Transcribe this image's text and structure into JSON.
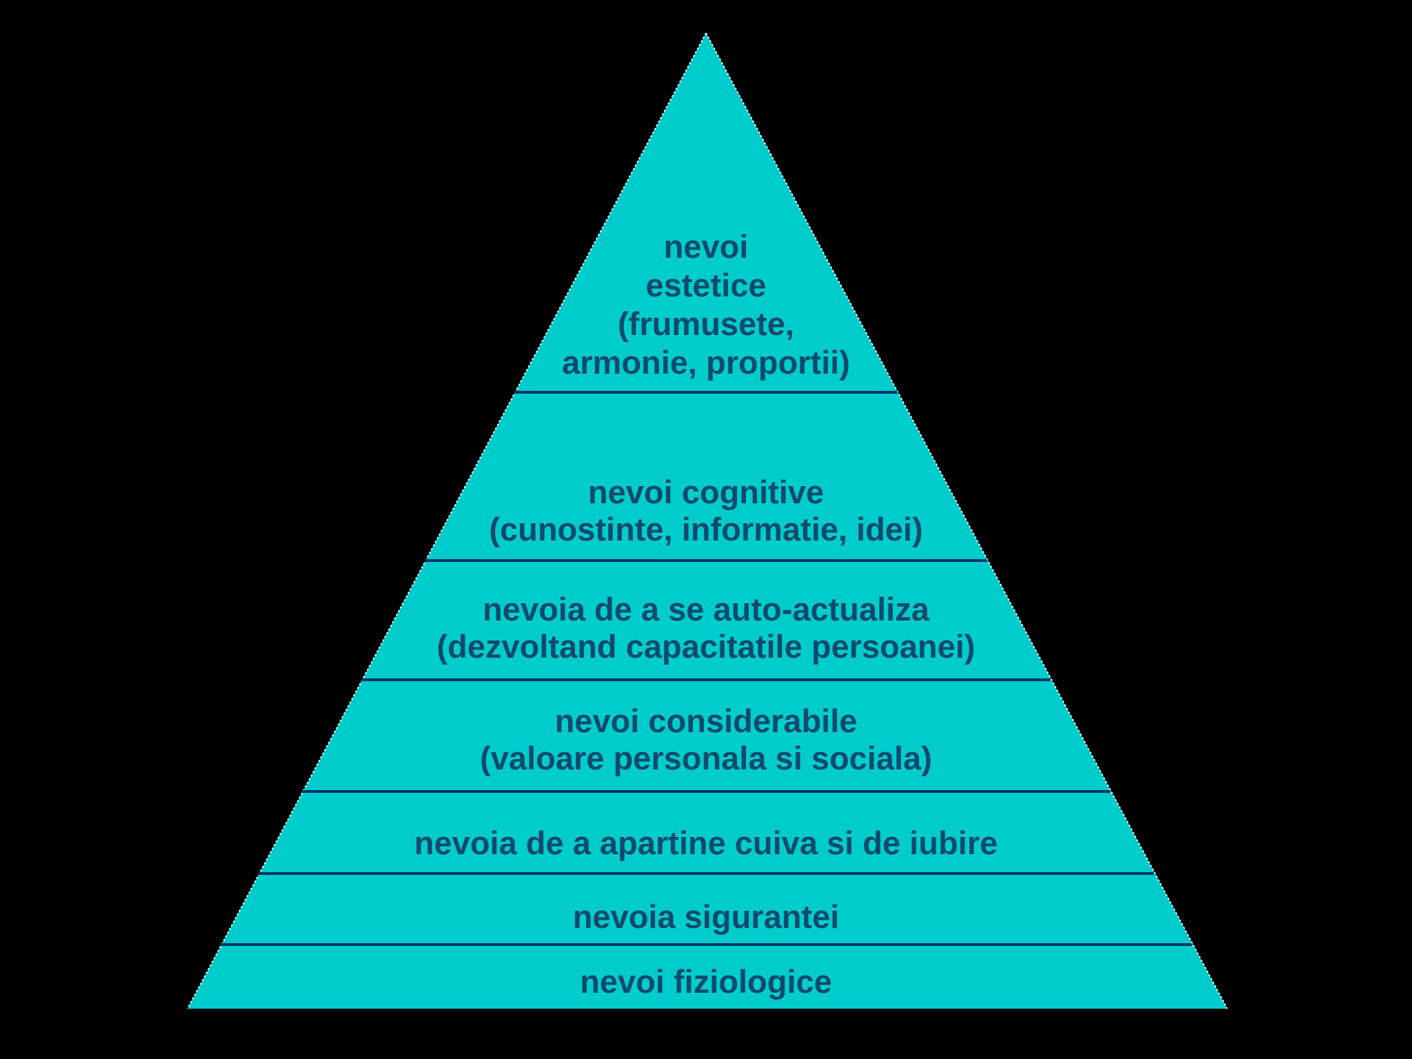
{
  "colors": {
    "background": "#000000",
    "pyramid_fill": "#00CCCC",
    "divider": "#003366",
    "text": "#0D4A6B",
    "outline": "#E8FFFF"
  },
  "levels": [
    {
      "id": "aesthetic",
      "lines": [
        "nevoi",
        "estetice",
        "(frumusete,",
        "armonie, proportii)"
      ]
    },
    {
      "id": "cognitive",
      "lines": [
        "nevoi cognitive",
        "(cunostinte, informatie, idei)"
      ]
    },
    {
      "id": "self-actualization",
      "lines": [
        "nevoia de a se auto-actualiza",
        "(dezvoltand capacitatile persoanei)"
      ]
    },
    {
      "id": "esteem",
      "lines": [
        "nevoi considerabile",
        "(valoare personala si sociala)"
      ]
    },
    {
      "id": "belonging",
      "lines": [
        "nevoia de a apartine cuiva si de iubire"
      ]
    },
    {
      "id": "safety",
      "lines": [
        "nevoia sigurantei"
      ]
    },
    {
      "id": "physiological",
      "lines": [
        "nevoi fiziologice"
      ]
    }
  ]
}
